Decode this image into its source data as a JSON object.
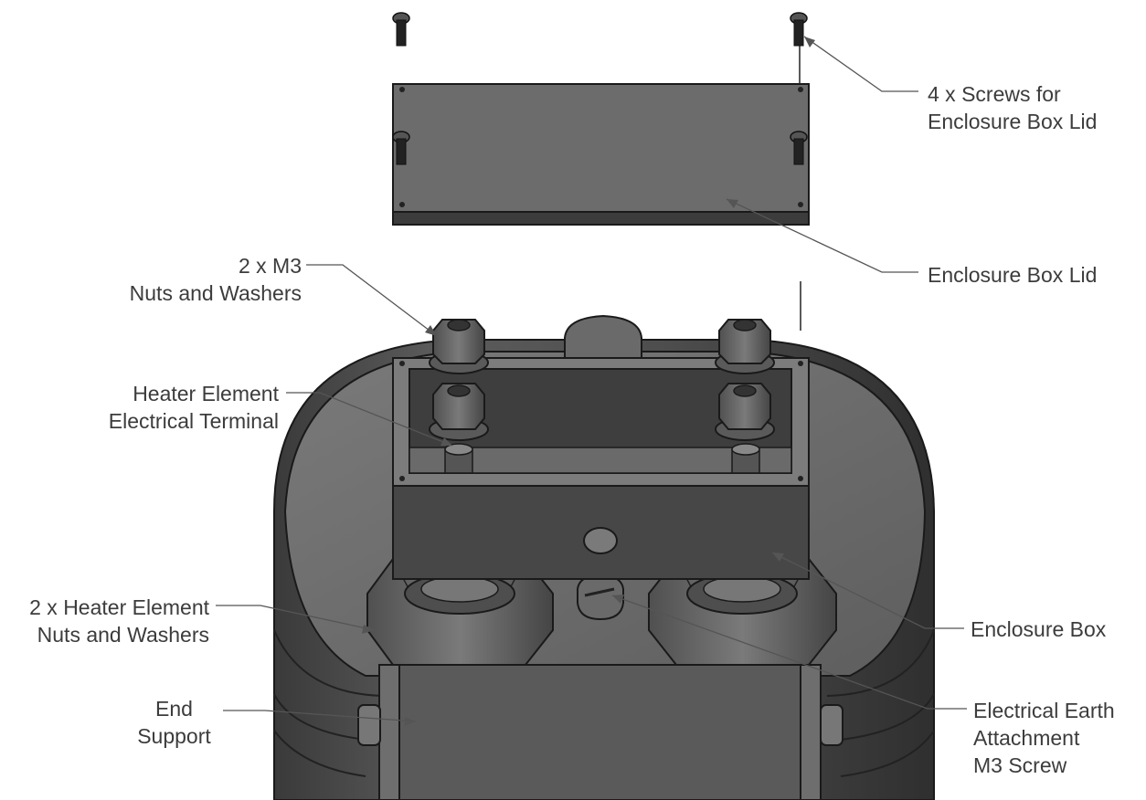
{
  "labels": {
    "screws_lid": [
      "4 x Screws for",
      "Enclosure Box Lid"
    ],
    "lid": [
      "Enclosure Box Lid"
    ],
    "m3_nuts": [
      "2 x M3",
      "Nuts and Washers"
    ],
    "terminal": [
      "Heater Element",
      "Electrical Terminal"
    ],
    "heater_nuts": [
      "2 x Heater Element",
      "Nuts and Washers"
    ],
    "end_support": [
      "End",
      "Support"
    ],
    "box": [
      "Enclosure Box"
    ],
    "earth": [
      "Electrical Earth",
      "Attachment",
      "M3 Screw"
    ]
  },
  "colors": {
    "part_dark": "#4a4a4a",
    "part_mid": "#6e6e6e",
    "part_light": "#8a8a8a",
    "outline": "#1a1a1a",
    "leader": "#555555",
    "text": "#3c3c3c"
  }
}
